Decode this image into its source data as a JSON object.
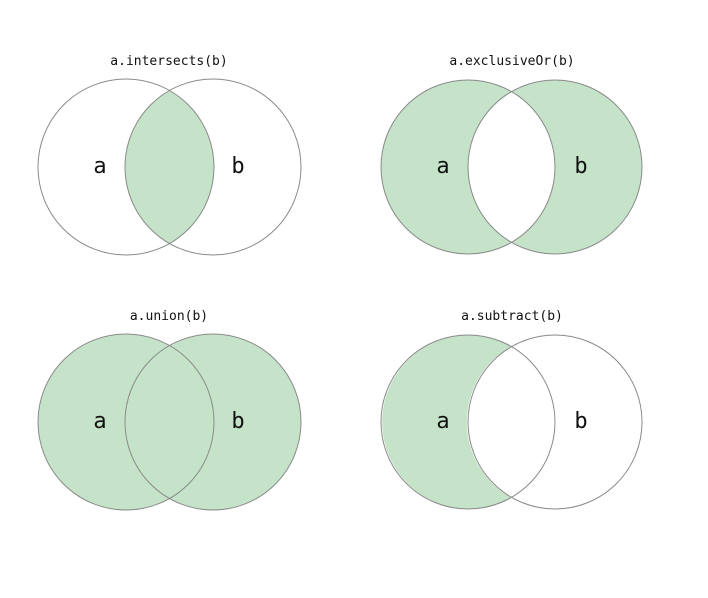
{
  "colors": {
    "fill": "#c5e3c8",
    "stroke": "#8a8a8a",
    "background": "#ffffff"
  },
  "panels": [
    {
      "title": "a.intersects(b)",
      "operation": "intersection",
      "left_label": "a",
      "right_label": "b"
    },
    {
      "title": "a.exclusiveOr(b)",
      "operation": "exclusive-or",
      "left_label": "a",
      "right_label": "b"
    },
    {
      "title": "a.union(b)",
      "operation": "union",
      "left_label": "a",
      "right_label": "b"
    },
    {
      "title": "a.subtract(b)",
      "operation": "subtraction",
      "left_label": "a",
      "right_label": "b"
    }
  ]
}
